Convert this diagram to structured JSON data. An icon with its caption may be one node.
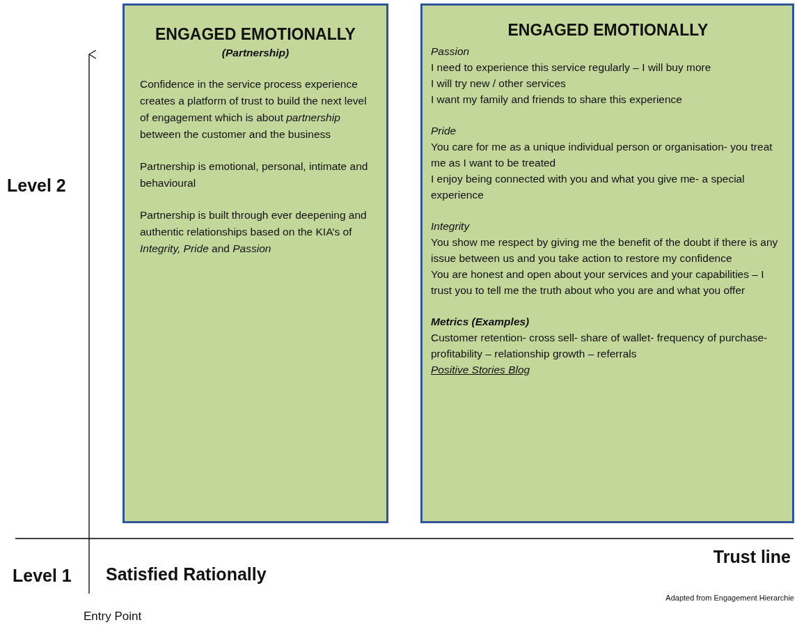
{
  "diagram": {
    "nodes": [
      {
        "text": [
          "ENGAGED EMOTIONALLY",
          "(Partnership)",
          "Confidence in the service process experience creates a platform of trust to build the next level of engagement which is about *partnership* between the customer and the business",
          "Partnership is emotional, personal, intimate and behavioural",
          "Partnership is built through ever deepening and authentic relationships based on the KIA’s of *Integrity, Pride* and *Passion*"
        ]
      },
      {
        "text": [
          "ENGAGED EMOTIONALLY",
          "Passion",
          "I need to experience this service regularly – I will buy more",
          "I will try new / other services",
          "I want my family and friends to share this experience",
          "Pride",
          "You care for me as a unique individual person or organisation- you treat me as I want to be treated",
          "I enjoy being connected with you and what you give me- a special experience",
          "Integrity",
          "You show me respect by giving me the benefit of the doubt if there is any issue between us and you take action to restore my confidence",
          "You are honest and open about your services and your capabilities – I trust you to tell me the truth about who you are and what you offer",
          "Metrics (Examples)",
          "Customer retention- cross sell- share of wallet- frequency of purchase- profitability – relationship growth – referrals",
          "Positive Stories Blog"
        ]
      }
    ],
    "edges": [],
    "labels": [
      "Level 2",
      "Trust line",
      "Level 1",
      "Satisfied Rationally",
      "Adapted from Engagement Hierarchie",
      "Entry Point"
    ]
  }
}
